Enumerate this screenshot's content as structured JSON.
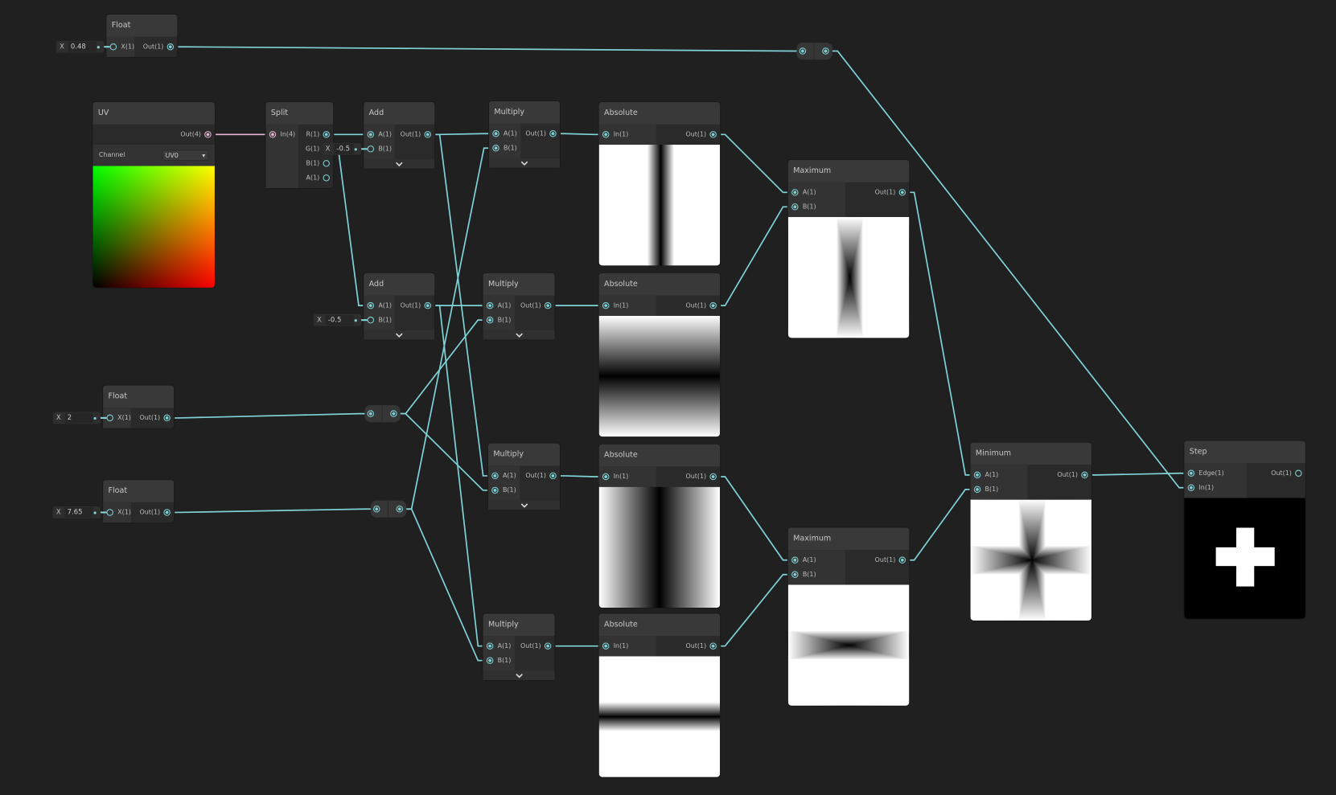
{
  "colors": {
    "background": "#202020",
    "wire": "#7fd3d8",
    "wire_vec4": "#e6b3d6",
    "node_header": "#393939",
    "node_body": "#2a2a2a"
  },
  "nodes": [
    {
      "id": "float1",
      "title": "Float",
      "inputs": [
        "X(1)"
      ],
      "outputs": [
        "Out(1)"
      ],
      "inline": {
        "port": 0,
        "axis": "X",
        "value": "0.48"
      }
    },
    {
      "id": "uv",
      "title": "UV",
      "inputs": [],
      "outputs": [
        "Out(4)"
      ],
      "channel_label": "Channel",
      "channel_value": "UV0"
    },
    {
      "id": "split",
      "title": "Split",
      "inputs": [
        "In(4)"
      ],
      "outputs": [
        "R(1)",
        "G(1)",
        "B(1)",
        "A(1)"
      ]
    },
    {
      "id": "add1",
      "title": "Add",
      "inputs": [
        "A(1)",
        "B(1)"
      ],
      "outputs": [
        "Out(1)"
      ],
      "inline": {
        "port": 1,
        "axis": "X",
        "value": "-0.5"
      }
    },
    {
      "id": "add2",
      "title": "Add",
      "inputs": [
        "A(1)",
        "B(1)"
      ],
      "outputs": [
        "Out(1)"
      ],
      "inline": {
        "port": 1,
        "axis": "X",
        "value": "-0.5"
      }
    },
    {
      "id": "mul1",
      "title": "Multiply",
      "inputs": [
        "A(1)",
        "B(1)"
      ],
      "outputs": [
        "Out(1)"
      ]
    },
    {
      "id": "mul2",
      "title": "Multiply",
      "inputs": [
        "A(1)",
        "B(1)"
      ],
      "outputs": [
        "Out(1)"
      ]
    },
    {
      "id": "mul3",
      "title": "Multiply",
      "inputs": [
        "A(1)",
        "B(1)"
      ],
      "outputs": [
        "Out(1)"
      ]
    },
    {
      "id": "mul4",
      "title": "Multiply",
      "inputs": [
        "A(1)",
        "B(1)"
      ],
      "outputs": [
        "Out(1)"
      ]
    },
    {
      "id": "abs1",
      "title": "Absolute",
      "inputs": [
        "In(1)"
      ],
      "outputs": [
        "Out(1)"
      ]
    },
    {
      "id": "abs2",
      "title": "Absolute",
      "inputs": [
        "In(1)"
      ],
      "outputs": [
        "Out(1)"
      ]
    },
    {
      "id": "abs3",
      "title": "Absolute",
      "inputs": [
        "In(1)"
      ],
      "outputs": [
        "Out(1)"
      ]
    },
    {
      "id": "abs4",
      "title": "Absolute",
      "inputs": [
        "In(1)"
      ],
      "outputs": [
        "Out(1)"
      ]
    },
    {
      "id": "max1",
      "title": "Maximum",
      "inputs": [
        "A(1)",
        "B(1)"
      ],
      "outputs": [
        "Out(1)"
      ]
    },
    {
      "id": "max2",
      "title": "Maximum",
      "inputs": [
        "A(1)",
        "B(1)"
      ],
      "outputs": [
        "Out(1)"
      ]
    },
    {
      "id": "min",
      "title": "Minimum",
      "inputs": [
        "A(1)",
        "B(1)"
      ],
      "outputs": [
        "Out(1)"
      ]
    },
    {
      "id": "step",
      "title": "Step",
      "inputs": [
        "Edge(1)",
        "In(1)"
      ],
      "outputs": [
        "Out(1)"
      ]
    },
    {
      "id": "float2",
      "title": "Float",
      "inputs": [
        "X(1)"
      ],
      "outputs": [
        "Out(1)"
      ],
      "inline": {
        "port": 0,
        "axis": "X",
        "value": "2"
      }
    },
    {
      "id": "float3",
      "title": "Float",
      "inputs": [
        "X(1)"
      ],
      "outputs": [
        "Out(1)"
      ],
      "inline": {
        "port": 0,
        "axis": "X",
        "value": "7.65"
      }
    }
  ]
}
